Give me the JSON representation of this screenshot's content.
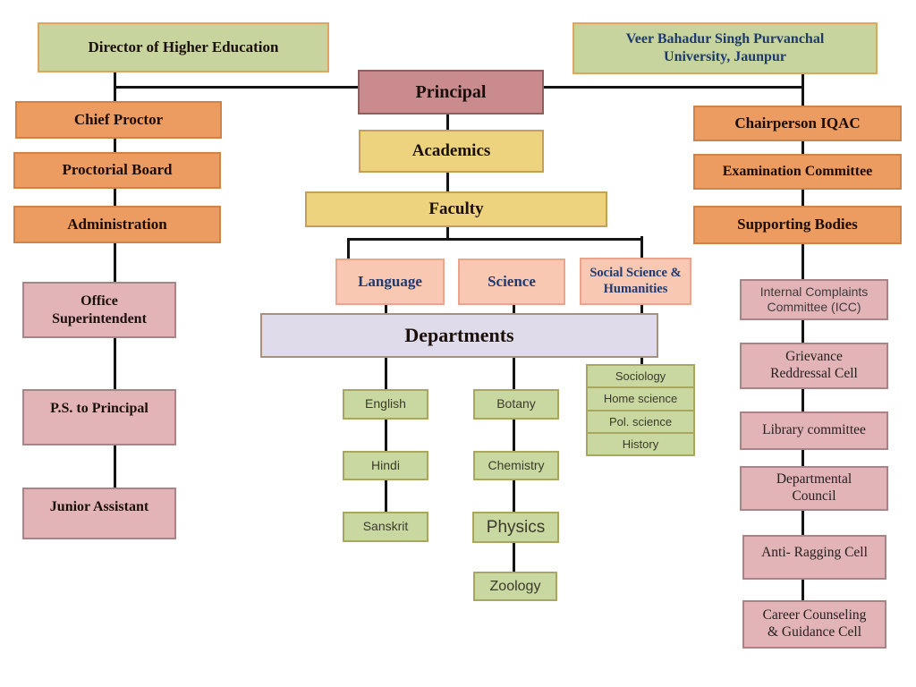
{
  "nodes": {
    "director": {
      "label": "Director of Higher Education"
    },
    "university": {
      "label": "Veer Bahadur Singh Purvanchal University, Jaunpur"
    },
    "principal": {
      "label": "Principal"
    },
    "chief_proctor": {
      "label": "Chief Proctor"
    },
    "proctorial_board": {
      "label": "Proctorial Board"
    },
    "administration": {
      "label": "Administration"
    },
    "office_superintendent": {
      "label": "Office Superintendent"
    },
    "ps_to_principal": {
      "label": "P.S. to Principal"
    },
    "junior_assistant": {
      "label": "Junior Assistant"
    },
    "academics": {
      "label": "Academics"
    },
    "faculty": {
      "label": "Faculty"
    },
    "language": {
      "label": "Language"
    },
    "science": {
      "label": "Science"
    },
    "social_science": {
      "label": "Social Science & Humanities"
    },
    "departments": {
      "label": "Departments"
    },
    "english": {
      "label": "English"
    },
    "hindi": {
      "label": "Hindi"
    },
    "sanskrit": {
      "label": "Sanskrit"
    },
    "botany": {
      "label": "Botany"
    },
    "chemistry": {
      "label": "Chemistry"
    },
    "physics": {
      "label": "Physics"
    },
    "zoology": {
      "label": "Zoology"
    },
    "sociology": {
      "label": "Sociology"
    },
    "home_science": {
      "label": "Home science"
    },
    "pol_science": {
      "label": "Pol. science"
    },
    "history": {
      "label": "History"
    },
    "chairperson_iqac": {
      "label": "Chairperson IQAC"
    },
    "examination_committee": {
      "label": "Examination Committee"
    },
    "supporting_bodies": {
      "label": "Supporting Bodies"
    },
    "icc": {
      "label": "Internal Complaints Committee (ICC)"
    },
    "grievance": {
      "label": "Grievance Reddressal Cell"
    },
    "library_committee": {
      "label": "Library committee"
    },
    "departmental_council": {
      "label": "Departmental Council"
    },
    "anti_ragging": {
      "label": "Anti- Ragging Cell"
    },
    "career_counseling": {
      "label": "Career Counseling & Guidance Cell"
    }
  },
  "edges": [
    [
      "director",
      "principal"
    ],
    [
      "university",
      "principal"
    ],
    [
      "director",
      "chief_proctor"
    ],
    [
      "chief_proctor",
      "proctorial_board"
    ],
    [
      "proctorial_board",
      "administration"
    ],
    [
      "administration",
      "office_superintendent"
    ],
    [
      "office_superintendent",
      "ps_to_principal"
    ],
    [
      "ps_to_principal",
      "junior_assistant"
    ],
    [
      "principal",
      "academics"
    ],
    [
      "academics",
      "faculty"
    ],
    [
      "faculty",
      "language"
    ],
    [
      "faculty",
      "social_science"
    ],
    [
      "language",
      "departments"
    ],
    [
      "science",
      "departments"
    ],
    [
      "social_science",
      "departments"
    ],
    [
      "departments",
      "english"
    ],
    [
      "english",
      "hindi"
    ],
    [
      "hindi",
      "sanskrit"
    ],
    [
      "departments",
      "botany"
    ],
    [
      "botany",
      "chemistry"
    ],
    [
      "chemistry",
      "physics"
    ],
    [
      "physics",
      "zoology"
    ],
    [
      "social_science",
      "sociology"
    ],
    [
      "sociology",
      "home_science"
    ],
    [
      "home_science",
      "pol_science"
    ],
    [
      "pol_science",
      "history"
    ],
    [
      "university",
      "chairperson_iqac"
    ],
    [
      "chairperson_iqac",
      "examination_committee"
    ],
    [
      "examination_committee",
      "supporting_bodies"
    ],
    [
      "supporting_bodies",
      "icc"
    ],
    [
      "icc",
      "grievance"
    ],
    [
      "grievance",
      "library_committee"
    ],
    [
      "library_committee",
      "departmental_council"
    ],
    [
      "departmental_council",
      "anti_ragging"
    ],
    [
      "anti_ragging",
      "career_counseling"
    ]
  ],
  "palette": {
    "green_box": "#c8d49e",
    "green_border": "#dfa55e",
    "orange_box": "#ec9c61",
    "rose_box": "#c98b8e",
    "yellow_box": "#edd37d",
    "salmon_box": "#f8c8b2",
    "lavender_box": "#dfdbea",
    "small_green_box": "#c9d8a0",
    "dusty_pink_box": "#e2b4b7",
    "navy_text": "#1e3a6e",
    "connector_line": "#141414"
  }
}
